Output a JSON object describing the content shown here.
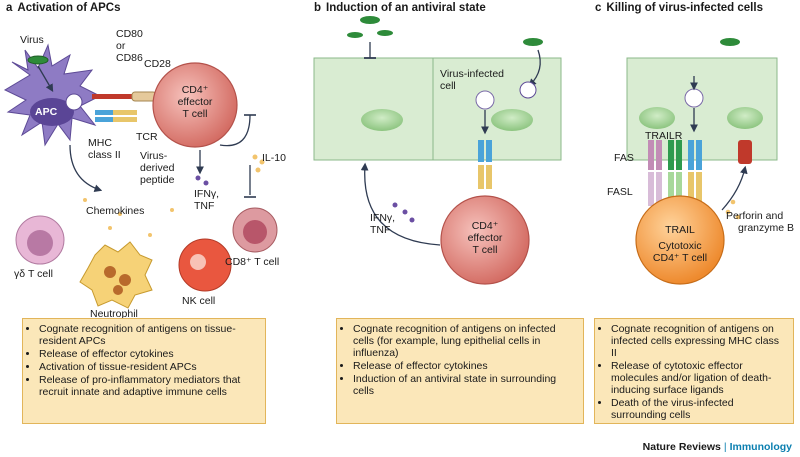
{
  "panels": {
    "a": {
      "letter": "a",
      "title": "Activation of APCs",
      "labels": {
        "virus": "Virus",
        "cd80": "CD80",
        "or": "or",
        "cd86": "CD86",
        "cd28": "CD28",
        "apc": "APC",
        "cd4_line1": "CD4⁺",
        "cd4_line2": "effector",
        "cd4_line3": "T cell",
        "tcr": "TCR",
        "mhc": "MHC",
        "class2": "class II",
        "virus_derived_1": "Virus-",
        "virus_derived_2": "derived",
        "virus_derived_3": "peptide",
        "il10": "IL-10",
        "ifn": "IFNγ,",
        "tnf": "TNF",
        "chemokines": "Chemokines",
        "gd_t": "γδ T cell",
        "neutrophil": "Neutrophil",
        "nk": "NK cell",
        "cd8": "CD8⁺ T cell"
      },
      "bullets": [
        "Cognate recognition of antigens on tissue-resident APCs",
        "Release of effector cytokines",
        "Activation of tissue-resident APCs",
        "Release of pro-inflammatory mediators that recruit innate and adaptive immune cells"
      ]
    },
    "b": {
      "letter": "b",
      "title": "Induction of an antiviral state",
      "labels": {
        "virus_infected_1": "Virus-infected",
        "virus_infected_2": "cell",
        "ifn": "IFNγ,",
        "tnf": "TNF",
        "cd4_line1": "CD4⁺",
        "cd4_line2": "effector",
        "cd4_line3": "T cell"
      },
      "bullets": [
        "Cognate recognition of antigens on infected cells (for example, lung epithelial cells in influenza)",
        "Release of effector cytokines",
        "Induction of an antiviral state in surrounding cells"
      ]
    },
    "c": {
      "letter": "c",
      "title": "Killing of virus-infected cells",
      "labels": {
        "trailr": "TRAILR",
        "fas": "FAS",
        "fasl": "FASL",
        "trail": "TRAIL",
        "cyto_1": "Cytotoxic",
        "cyto_2": "CD4⁺ T cell",
        "perforin_1": "Perforin and",
        "perforin_2": "granzyme B"
      },
      "bullets": [
        "Cognate recognition of antigens on infected cells expressing MHC class II",
        "Release of cytotoxic effector molecules and/or ligation of death-inducing surface ligands",
        "Death of the virus-infected surrounding cells"
      ]
    }
  },
  "footer": {
    "journal": "Nature Reviews",
    "separator": "|",
    "section": "Immunology"
  },
  "colors": {
    "epithelium": "#d9ecd2",
    "epithelium_stroke": "#8bb88a",
    "nucleus": "#9cd091",
    "apc": "#8e7bc4",
    "cd4_cell": "#e3928c",
    "cytotoxic_cell": "#f4a460",
    "virus": "#2e8b3a",
    "box": "#fbe7b9",
    "arrow": "#2f3b52"
  }
}
